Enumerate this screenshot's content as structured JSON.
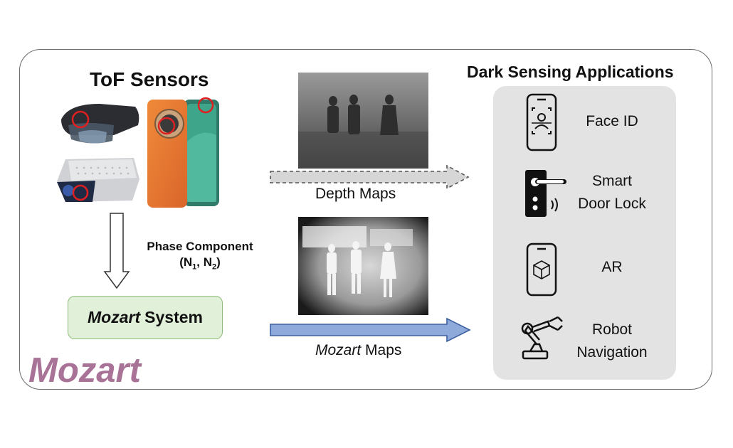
{
  "left_title": "ToF Sensors",
  "right_title": "Dark Sensing Applications",
  "phase_component": {
    "line1": "Phase Component",
    "n1": "1",
    "n2": "2"
  },
  "system_box": {
    "italic": "Mozart",
    "rest": "System"
  },
  "depth_label": "Depth Maps",
  "mozart_maps_label": {
    "italic": "Mozart",
    "rest": "Maps"
  },
  "brand": "Mozart",
  "applications": [
    {
      "icon": "face-id-phone-icon",
      "label": "Face ID"
    },
    {
      "icon": "smart-lock-icon",
      "label": "Smart\nDoor Lock"
    },
    {
      "icon": "ar-phone-icon",
      "label": "AR"
    },
    {
      "icon": "robot-arm-icon",
      "label": "Robot\nNavigation"
    }
  ],
  "colors": {
    "system_fill": "#e1f0d9",
    "system_border": "#8fbc7c",
    "mozart_arrow": "#8eaadb",
    "brand": "#a87396",
    "sensor_marker": "#e02020"
  }
}
